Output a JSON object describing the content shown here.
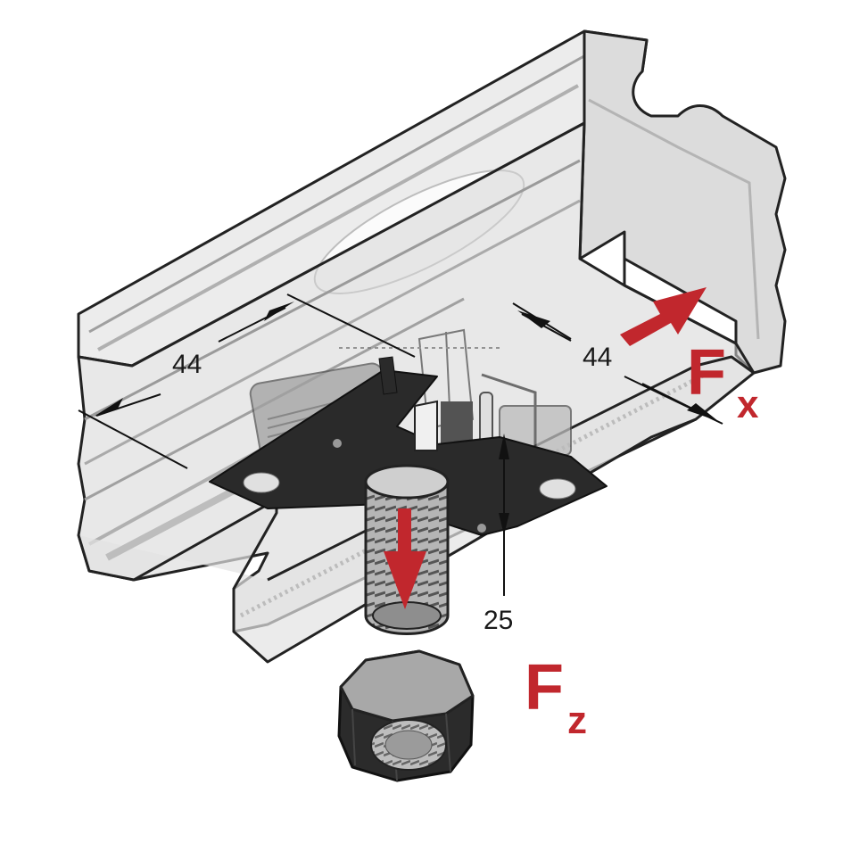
{
  "dimensions": {
    "left_width": "44",
    "right_width": "44",
    "depth": "25"
  },
  "forces": {
    "x": {
      "letter": "F",
      "subscript": "x"
    },
    "z": {
      "letter": "F",
      "subscript": "z"
    }
  },
  "colors": {
    "force_red": "#c1272d",
    "rail_light": "#e6e6e6",
    "rail_mid": "#cfcfcf",
    "rail_dark": "#a9a9a9",
    "outline": "#222222",
    "plate": "#2a2a2a",
    "thread": "#9a9a9a"
  }
}
